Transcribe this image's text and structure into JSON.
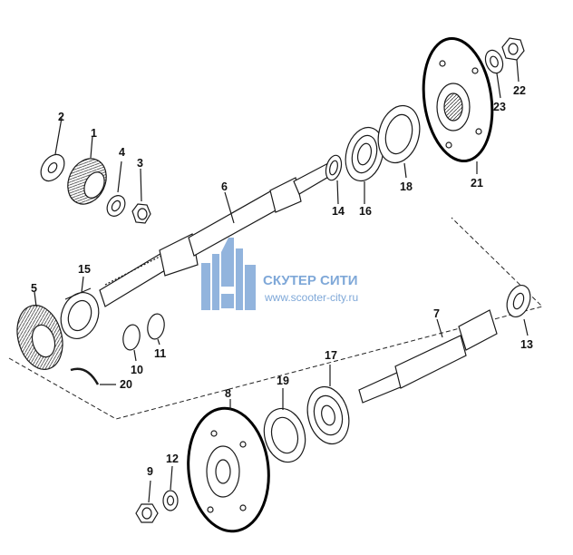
{
  "labels": {
    "p1": "1",
    "p2": "2",
    "p3": "3",
    "p4": "4",
    "p5": "5",
    "p6": "6",
    "p7": "7",
    "p8": "8",
    "p9": "9",
    "p10": "10",
    "p11": "11",
    "p12": "12",
    "p13": "13",
    "p14": "14",
    "p15": "15",
    "p16": "16",
    "p17": "17",
    "p18": "18",
    "p19": "19",
    "p20": "20",
    "p21": "21",
    "p22": "22",
    "p23": "23"
  },
  "watermark": {
    "brand": "СКУТЕР СИТИ",
    "url": "www.scooter-city.ru"
  },
  "colors": {
    "line": "#1a1a1a",
    "watermark": "#7fa8d8",
    "highlight_ring": "#000000"
  }
}
